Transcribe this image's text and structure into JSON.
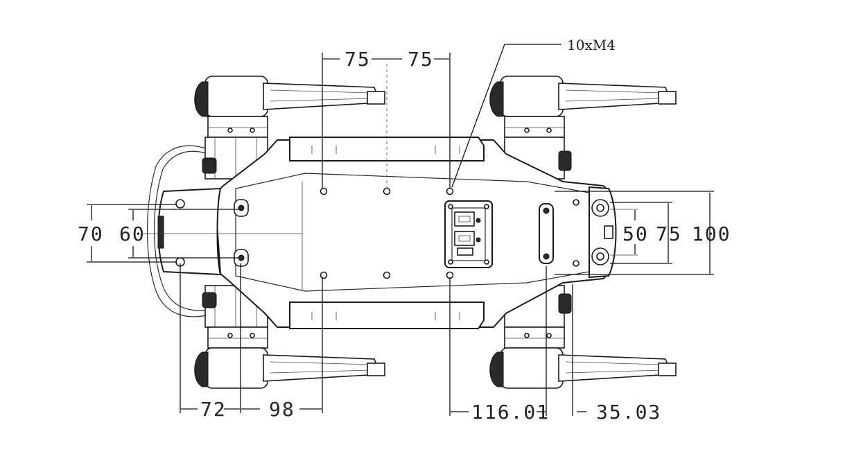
{
  "callout": {
    "label": "10xM4"
  },
  "dimensions": {
    "top_left": "75",
    "top_right": "75",
    "left_outer": "70",
    "left_inner": "60",
    "right_inner": "50",
    "right_mid": "75",
    "right_outer": "100",
    "bottom_1": "72",
    "bottom_2": "98",
    "bottom_3": "116.01",
    "bottom_4": "35.03"
  }
}
